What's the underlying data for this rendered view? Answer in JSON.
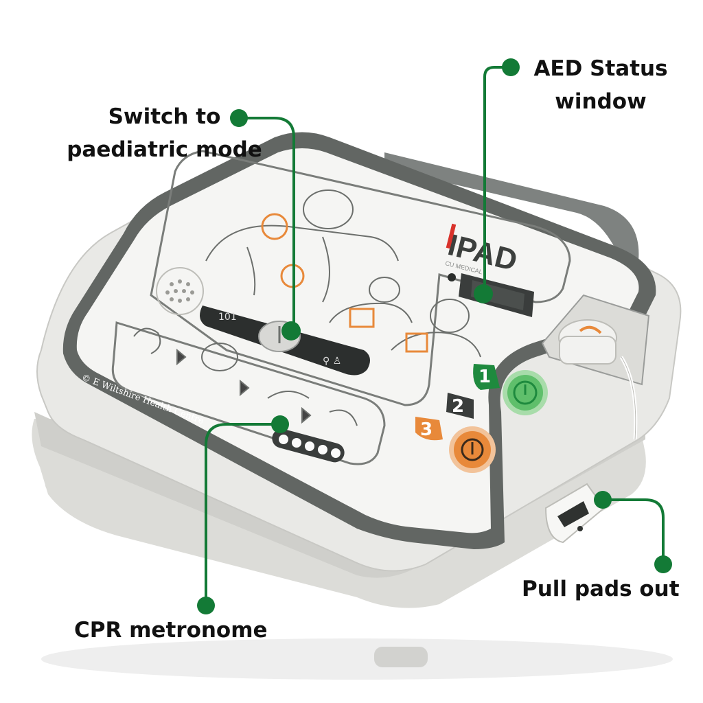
{
  "device": {
    "brand": "IPAD",
    "brand_subtext": "CU MEDICAL",
    "manufacturer_text": "© E Wiltshire Health Centre",
    "pediatric_switch_label": "101",
    "step_numbers": [
      "1",
      "2",
      "3"
    ],
    "accent_color": "#1e8a3e",
    "orange_color": "#e8893a",
    "body_color": "#e6e6e3",
    "face_color": "#f5f5f3",
    "trim_color": "#5f6360"
  },
  "callouts": {
    "aed_status": {
      "line1": "AED Status",
      "line2": "window"
    },
    "paediatric": {
      "line1": "Switch to",
      "line2": "paediatric mode"
    },
    "cpr": {
      "line1": "CPR metronome"
    },
    "pull_pads": {
      "line1": "Pull pads out"
    },
    "marker_color": "#137a36"
  }
}
